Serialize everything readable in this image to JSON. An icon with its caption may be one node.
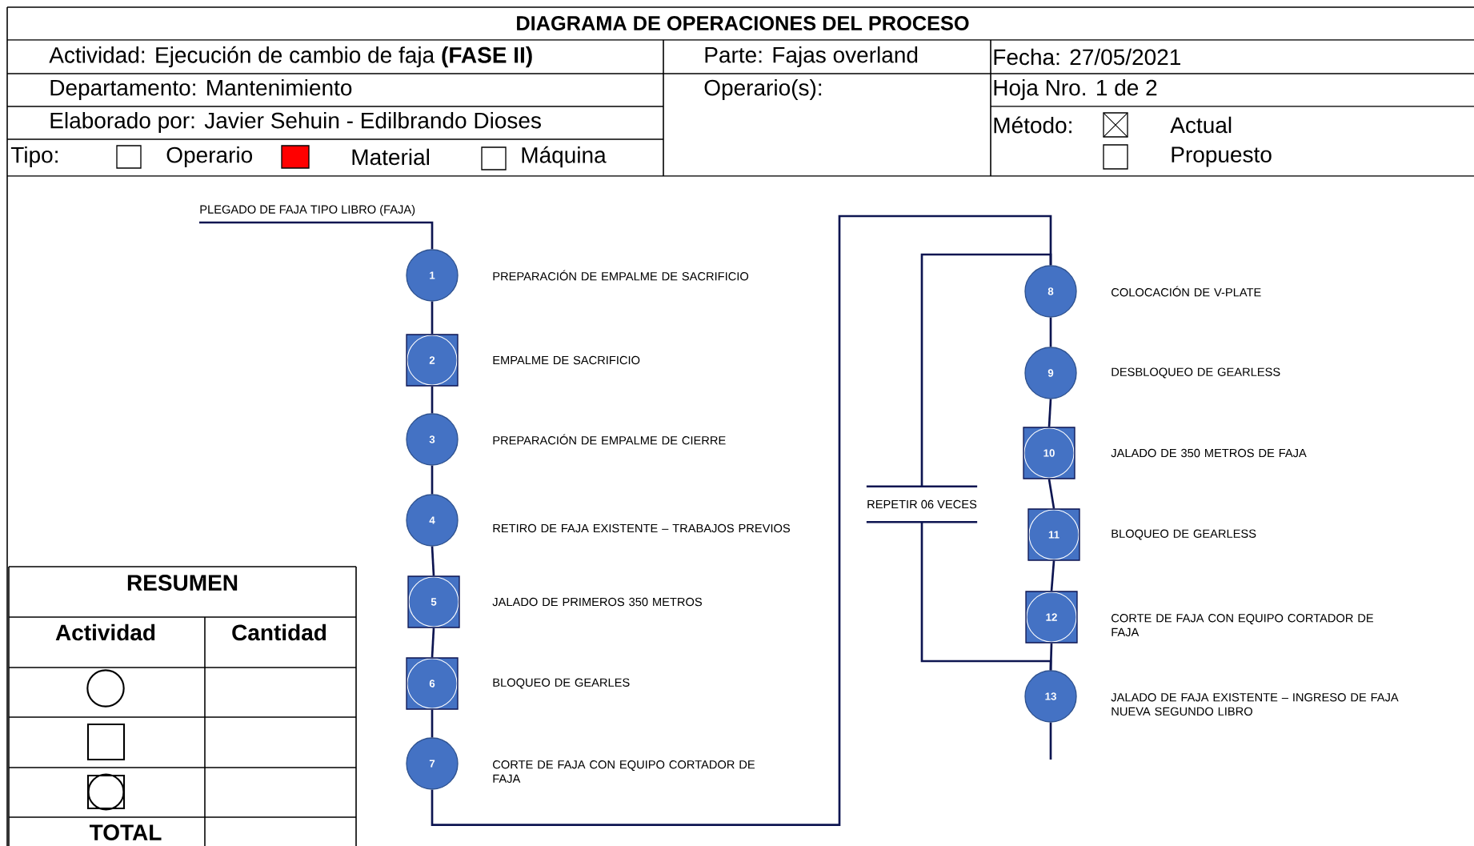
{
  "diagram": {
    "title": "DIAGRAMA DE OPERACIONES DEL PROCESO",
    "nodes": [
      {
        "text": [
          "PLEGADO DE FAJA TIPO LIBRO (FAJA)"
        ]
      },
      {
        "text": [
          "1"
        ],
        "beside": [
          "PREPARACIÓN DE EMPALME DE SACRIFICIO"
        ]
      },
      {
        "text": [
          "2"
        ],
        "beside": [
          "EMPALME DE SACRIFICIO"
        ]
      },
      {
        "text": [
          "3"
        ],
        "beside": [
          "PREPARACIÓN DE EMPALME DE CIERRE"
        ]
      },
      {
        "text": [
          "4"
        ],
        "beside": [
          "RETIRO DE FAJA EXISTENTE – TRABAJOS PREVIOS"
        ]
      },
      {
        "text": [
          "5"
        ],
        "beside": [
          "JALADO DE PRIMEROS 350 METROS"
        ]
      },
      {
        "text": [
          "6"
        ],
        "beside": [
          "BLOQUEO DE GEARLES"
        ]
      },
      {
        "text": [
          "7"
        ],
        "beside": [
          "CORTE DE FAJA CON EQUIPO CORTADOR DE FAJA"
        ]
      },
      {
        "text": [
          "8"
        ],
        "beside": [
          "COLOCACIÓN DE V-PLATE"
        ]
      },
      {
        "text": [
          "9"
        ],
        "beside": [
          "DESBLOQUEO DE GEARLESS"
        ]
      },
      {
        "text": [
          "10"
        ],
        "beside": [
          "JALADO DE 350 METROS DE FAJA"
        ]
      },
      {
        "text": [
          "11"
        ],
        "beside": [
          "BLOQUEO DE GEARLESS"
        ]
      },
      {
        "text": [
          "12"
        ],
        "beside": [
          "CORTE DE FAJA CON EQUIPO CORTADOR DE FAJA"
        ]
      },
      {
        "text": [
          "13"
        ],
        "beside": [
          "JALADO DE FAJA EXISTENTE – INGRESO DE FAJA NUEVA SEGUNDO LIBRO"
        ]
      },
      {
        "text": [
          "REPETIR 06 VECES"
        ]
      }
    ],
    "edges": [
      {
        "from": 0,
        "to": 1,
        "arrow": "none"
      },
      {
        "from": 1,
        "to": 2,
        "arrow": "none"
      },
      {
        "from": 2,
        "to": 3,
        "arrow": "none"
      },
      {
        "from": 3,
        "to": 4,
        "arrow": "none"
      },
      {
        "from": 4,
        "to": 5,
        "arrow": "none"
      },
      {
        "from": 5,
        "to": 6,
        "arrow": "none"
      },
      {
        "from": 6,
        "to": 7,
        "arrow": "none"
      },
      {
        "from": 7,
        "to": 8,
        "arrow": "none"
      },
      {
        "from": 8,
        "to": 9,
        "arrow": "none"
      },
      {
        "from": 9,
        "to": 10,
        "arrow": "none"
      },
      {
        "from": 10,
        "to": 11,
        "arrow": "none"
      },
      {
        "from": 11,
        "to": 12,
        "arrow": "none"
      },
      {
        "from": 12,
        "to": 13,
        "arrow": "none"
      },
      {
        "from": 14,
        "to": 8,
        "arrow": "none"
      },
      {
        "from": 14,
        "to": 13,
        "arrow": "none"
      },
      {
        "from": 13,
        "to": null,
        "arrow": "none"
      }
    ],
    "labels": [
      "Actividad: Ejecución de cambio de faja **(FASE II)**",
      "Parte: Fajas overland",
      "Fecha: 27/05/2021",
      "Departamento: Mantenimiento",
      "Operario(s):",
      "Hoja Nro. 1 de 2",
      "Elaborado por: Javier Sehuin - Edilbrando Dioses",
      "Método:",
      "Actual",
      "Tipo:",
      "Operario",
      "Material",
      "Máquina",
      "Propuesto",
      "RESUMEN",
      "Actividad",
      "Cantidad",
      "TOTAL"
    ]
  }
}
